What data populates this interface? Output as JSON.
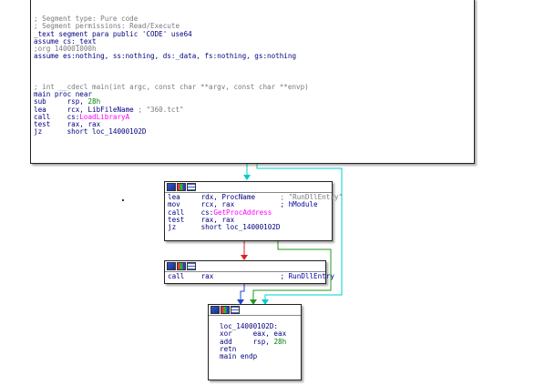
{
  "block_main": {
    "header": [
      "; Segment type: Pure code",
      "; Segment permissions: Read/Execute",
      "_text segment para public 'CODE' use64",
      "assume cs:_text",
      ";org 140001000h",
      "assume es:nothing, ss:nothing, ds:_data, fs:nothing, gs:nothing",
      "",
      "",
      "",
      "; int __cdecl main(int argc, const char **argv, const char **envp)",
      "main proc near"
    ],
    "instructions": [
      {
        "mn": "sub",
        "op1": "rsp, ",
        "op2": "28h",
        "comment": ""
      },
      {
        "mn": "lea",
        "op1": "rcx, LibFileName",
        "op2": "",
        "comment": "; \"360.tct\""
      },
      {
        "mn": "call",
        "op1": "cs:",
        "op2": "LoadLibraryA",
        "comment": ""
      },
      {
        "mn": "test",
        "op1": "rax, rax",
        "op2": "",
        "comment": ""
      },
      {
        "mn": "jz",
        "op1": "short loc_14000102D",
        "op2": "",
        "comment": ""
      }
    ]
  },
  "block_getproc": {
    "instructions": [
      {
        "mn": "lea",
        "op1": "rdx, ProcName",
        "comment": "; \"RunDllEntry\""
      },
      {
        "mn": "mov",
        "op1": "rcx, rax",
        "comment": "; hModule"
      },
      {
        "mn": "call",
        "op1": "cs:",
        "op2": "GetProcAddress",
        "comment": ""
      },
      {
        "mn": "test",
        "op1": "rax, rax",
        "comment": ""
      },
      {
        "mn": "jz",
        "op1": "short loc_14000102D",
        "comment": ""
      }
    ]
  },
  "block_call": {
    "instructions": [
      {
        "mn": "call",
        "op1": "rax",
        "comment": "; RunDllEntry"
      }
    ]
  },
  "block_end": {
    "label": "loc_14000102D:",
    "instructions": [
      {
        "mn": "xor",
        "op1": "eax, eax"
      },
      {
        "mn": "add",
        "op1": "rsp, ",
        "op2": "28h"
      },
      {
        "mn": "retn",
        "op1": ""
      },
      {
        "mn": "main endp",
        "op1": ""
      }
    ]
  },
  "colors": {
    "edge_true": "#00cccc",
    "edge_false": "#dd2222",
    "edge_green": "#229922",
    "edge_blue": "#2244cc"
  },
  "icons": [
    "graph-overview-icon",
    "color-icon",
    "text-view-icon"
  ]
}
